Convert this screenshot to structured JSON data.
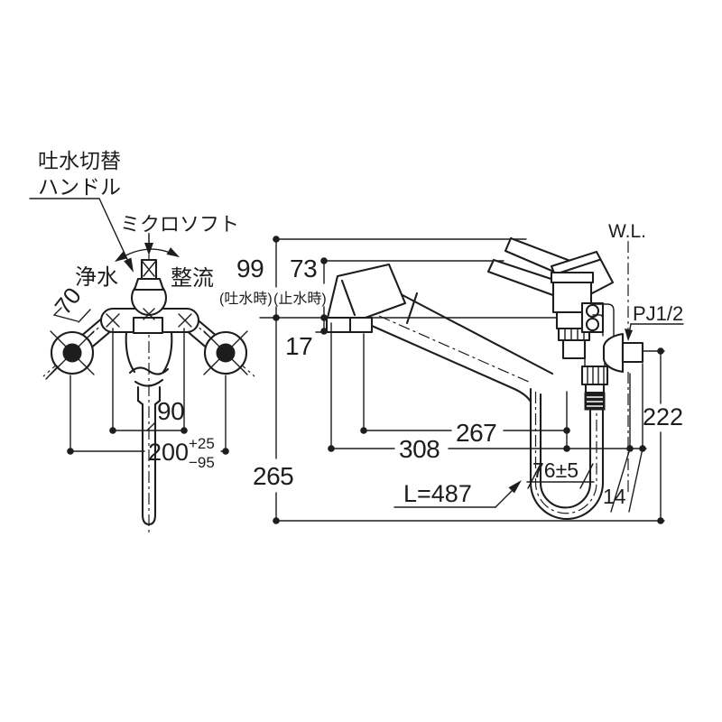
{
  "drawing": {
    "labels": {
      "switch_handle_1": "吐水切替",
      "switch_handle_2": "ハンドル",
      "spray_switch": "ミクロソフト",
      "mode_left": "浄水",
      "mode_right": "整流",
      "wall_line": "W.L.",
      "thread_size": "PJ1/2"
    },
    "dims": {
      "d70": "70",
      "d99": "99",
      "d99_note": "(吐水時)",
      "d73": "73",
      "d73_note": "(止水時)",
      "d17": "17",
      "d90": "90",
      "d200": "200",
      "d200_plus": "+25",
      "d200_minus": "−95",
      "d265": "265",
      "d267": "267",
      "d308": "308",
      "d14": "14",
      "d222": "222",
      "d76": "76±5",
      "dL": "L=487"
    }
  }
}
